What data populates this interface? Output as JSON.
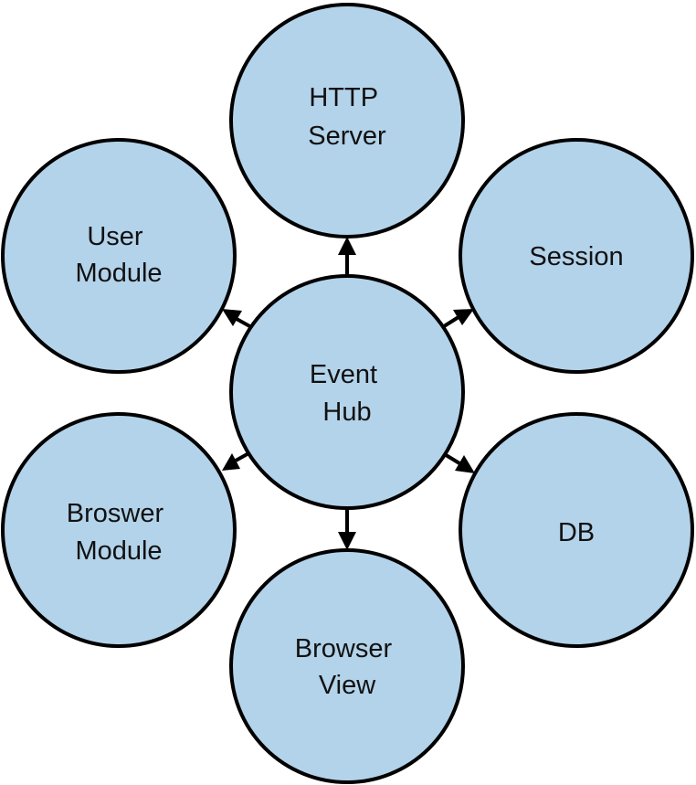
{
  "diagram": {
    "hub": {
      "lines": [
        "Event",
        "Hub"
      ]
    },
    "nodes": {
      "http_server": {
        "lines": [
          "HTTP",
          "Server"
        ]
      },
      "session": {
        "lines": [
          "Session"
        ]
      },
      "db": {
        "lines": [
          "DB"
        ]
      },
      "browser_view": {
        "lines": [
          "Browser",
          "View"
        ]
      },
      "browser_module": {
        "lines": [
          "Broswer",
          "Module"
        ]
      },
      "user_module": {
        "lines": [
          "User",
          "Module"
        ]
      }
    },
    "edges": [
      {
        "from": "hub",
        "to": "http_server"
      },
      {
        "from": "hub",
        "to": "session"
      },
      {
        "from": "hub",
        "to": "db"
      },
      {
        "from": "hub",
        "to": "browser_view"
      },
      {
        "from": "hub",
        "to": "browser_module"
      },
      {
        "from": "hub",
        "to": "user_module"
      }
    ],
    "colors": {
      "node_fill": "#b3d3ea",
      "stroke": "#000000"
    }
  }
}
